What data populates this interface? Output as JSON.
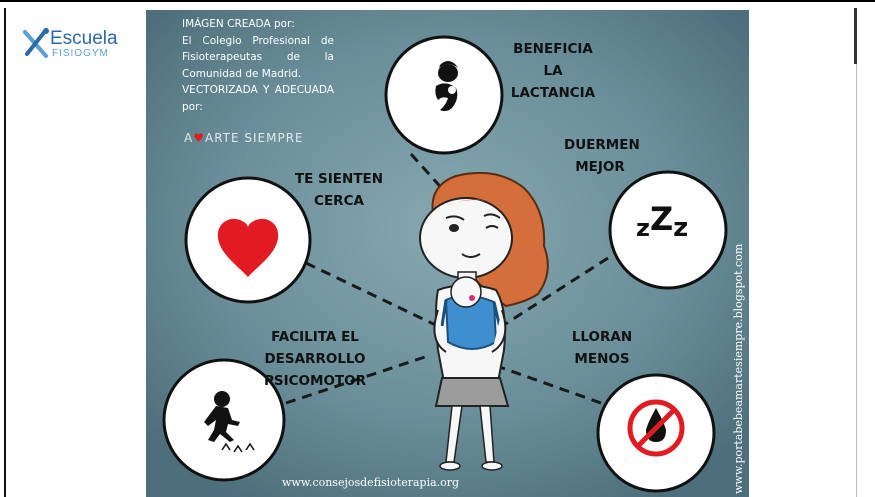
{
  "logo": {
    "name": "Escuela",
    "subtitle": "FISIOGYM"
  },
  "credit": {
    "lines": [
      "IMÁGEN CREADA por:",
      "El Colegio Profesional de",
      "Fisioterapeutas de la",
      "Comunidad de Madrid.",
      "VECTORIZADA Y ADECUADA",
      "por:"
    ],
    "brand_prefix": "A",
    "brand_suffix": "ARTE SIEMPRE"
  },
  "benefits": {
    "lactancia": {
      "line1": "BENEFICIA LA",
      "line2": "LACTANCIA"
    },
    "duermen": {
      "line1": "DUERMEN",
      "line2": "MEJOR"
    },
    "sienten": {
      "line1": "TE SIENTEN",
      "line2": "CERCA"
    },
    "desarrollo": {
      "line1": "FACILITA EL DESARROLLO",
      "line2": "PSICOMOTOR"
    },
    "lloran": {
      "line1": "LLORAN",
      "line2": "MENOS"
    }
  },
  "zzz": {
    "z1": "z",
    "z2": "Z",
    "z3": "z"
  },
  "urls": {
    "bottom": "www.consejosdefisioterapia.org",
    "vertical": "www.portabebeamartesiempre.blogspot.com"
  },
  "colors": {
    "poster_bg": "#6a8e99",
    "heart": "#e21a22",
    "label": "#111111",
    "ring": "#111111"
  }
}
